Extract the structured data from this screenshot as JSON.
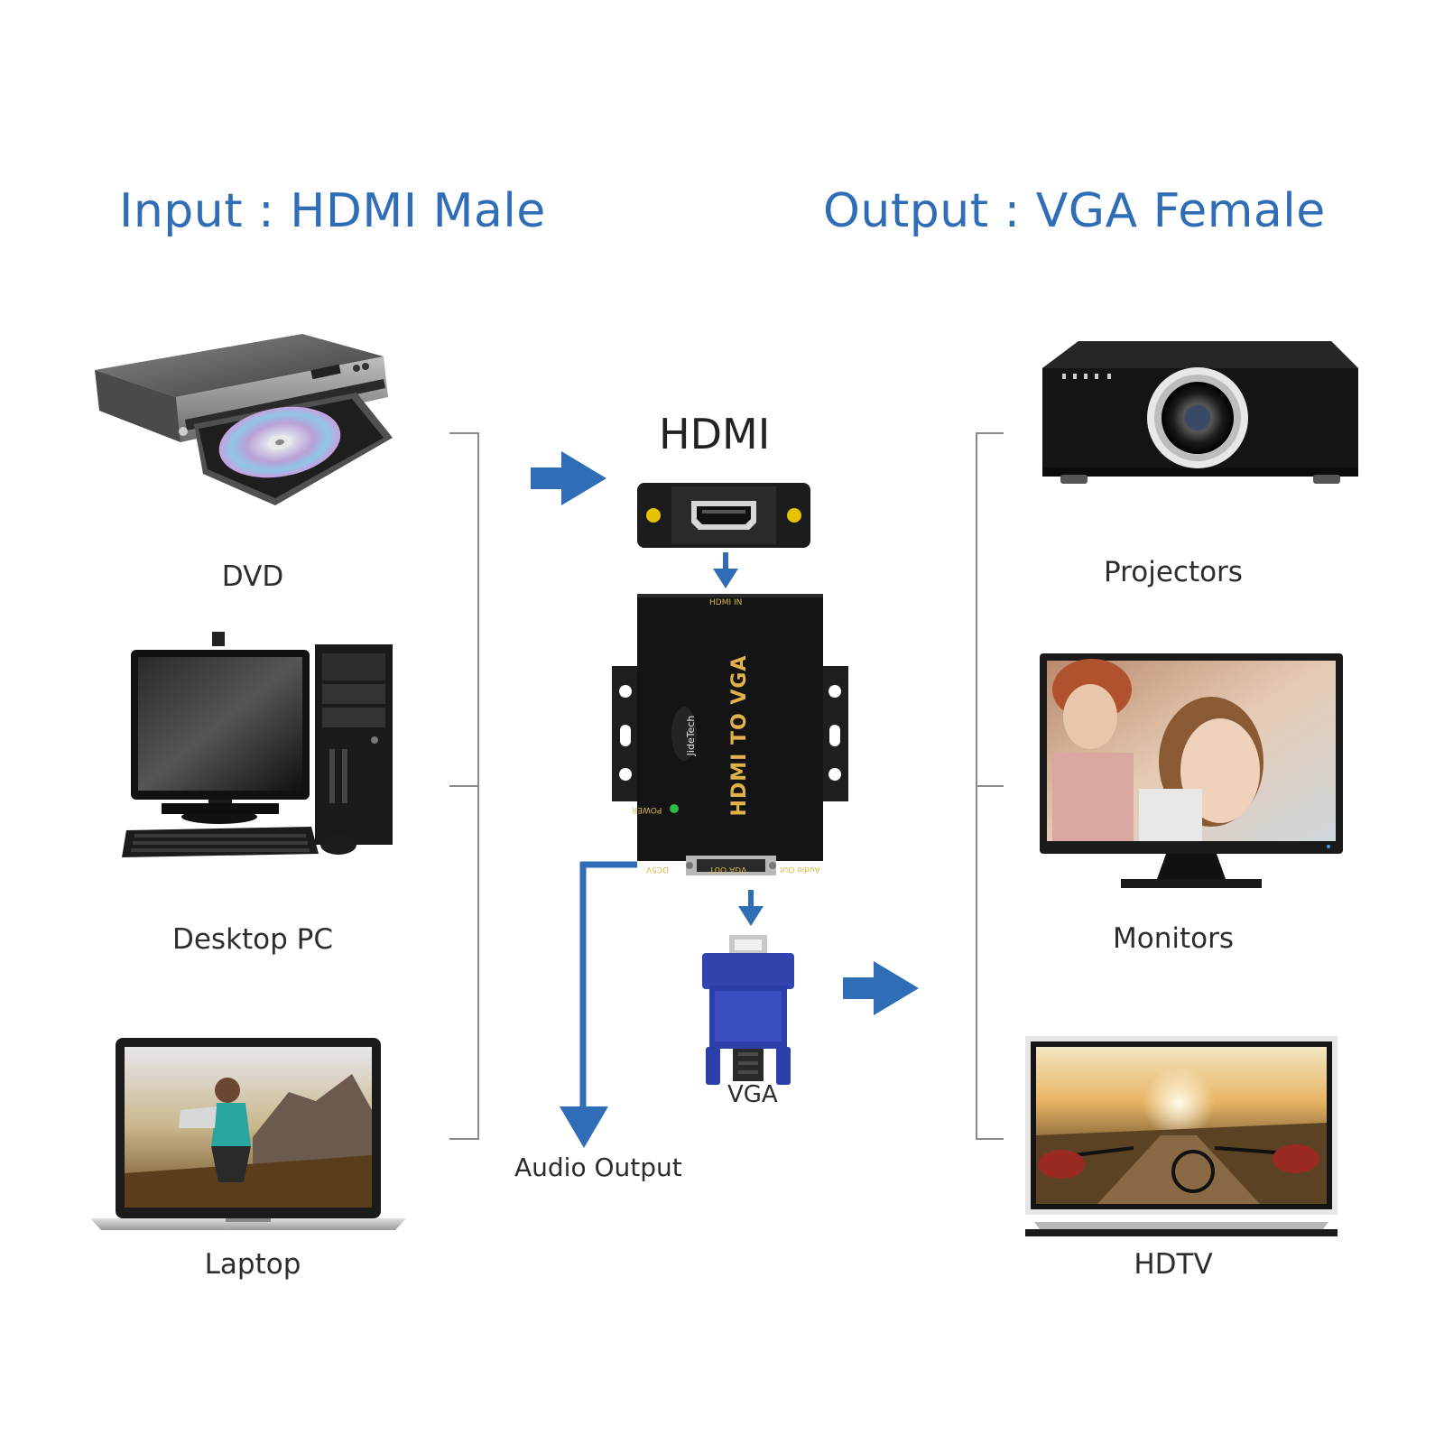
{
  "headings": {
    "input": "Input : HDMI Male",
    "output": "Output : VGA Female"
  },
  "sources": [
    {
      "label": "DVD",
      "icon": "dvd-player-icon"
    },
    {
      "label": "Desktop PC",
      "icon": "desktop-pc-icon"
    },
    {
      "label": "Laptop",
      "icon": "laptop-icon"
    }
  ],
  "displays": [
    {
      "label": "Projectors",
      "icon": "projector-icon"
    },
    {
      "label": "Monitors",
      "icon": "monitor-icon"
    },
    {
      "label": "HDTV",
      "icon": "hdtv-icon"
    }
  ],
  "converter": {
    "input_port_title": "HDMI",
    "body_text": "HDMI TO VGA",
    "brand": "JideTech",
    "port_hdmi_in": "HDMI IN",
    "port_vga_out": "VGA OUT",
    "port_audio_out": "Audio Out",
    "port_dc": "DC5V",
    "power_label": "POWER",
    "vga_label": "VGA",
    "audio_label": "Audio Output"
  },
  "colors": {
    "heading": "#2f6db6",
    "arrow": "#2f6db6",
    "bracket": "#8a8a8a",
    "device_dark": "#1b1b1b",
    "vga_blue": "#2c3fa8",
    "connector_yellow": "#e6c200"
  }
}
